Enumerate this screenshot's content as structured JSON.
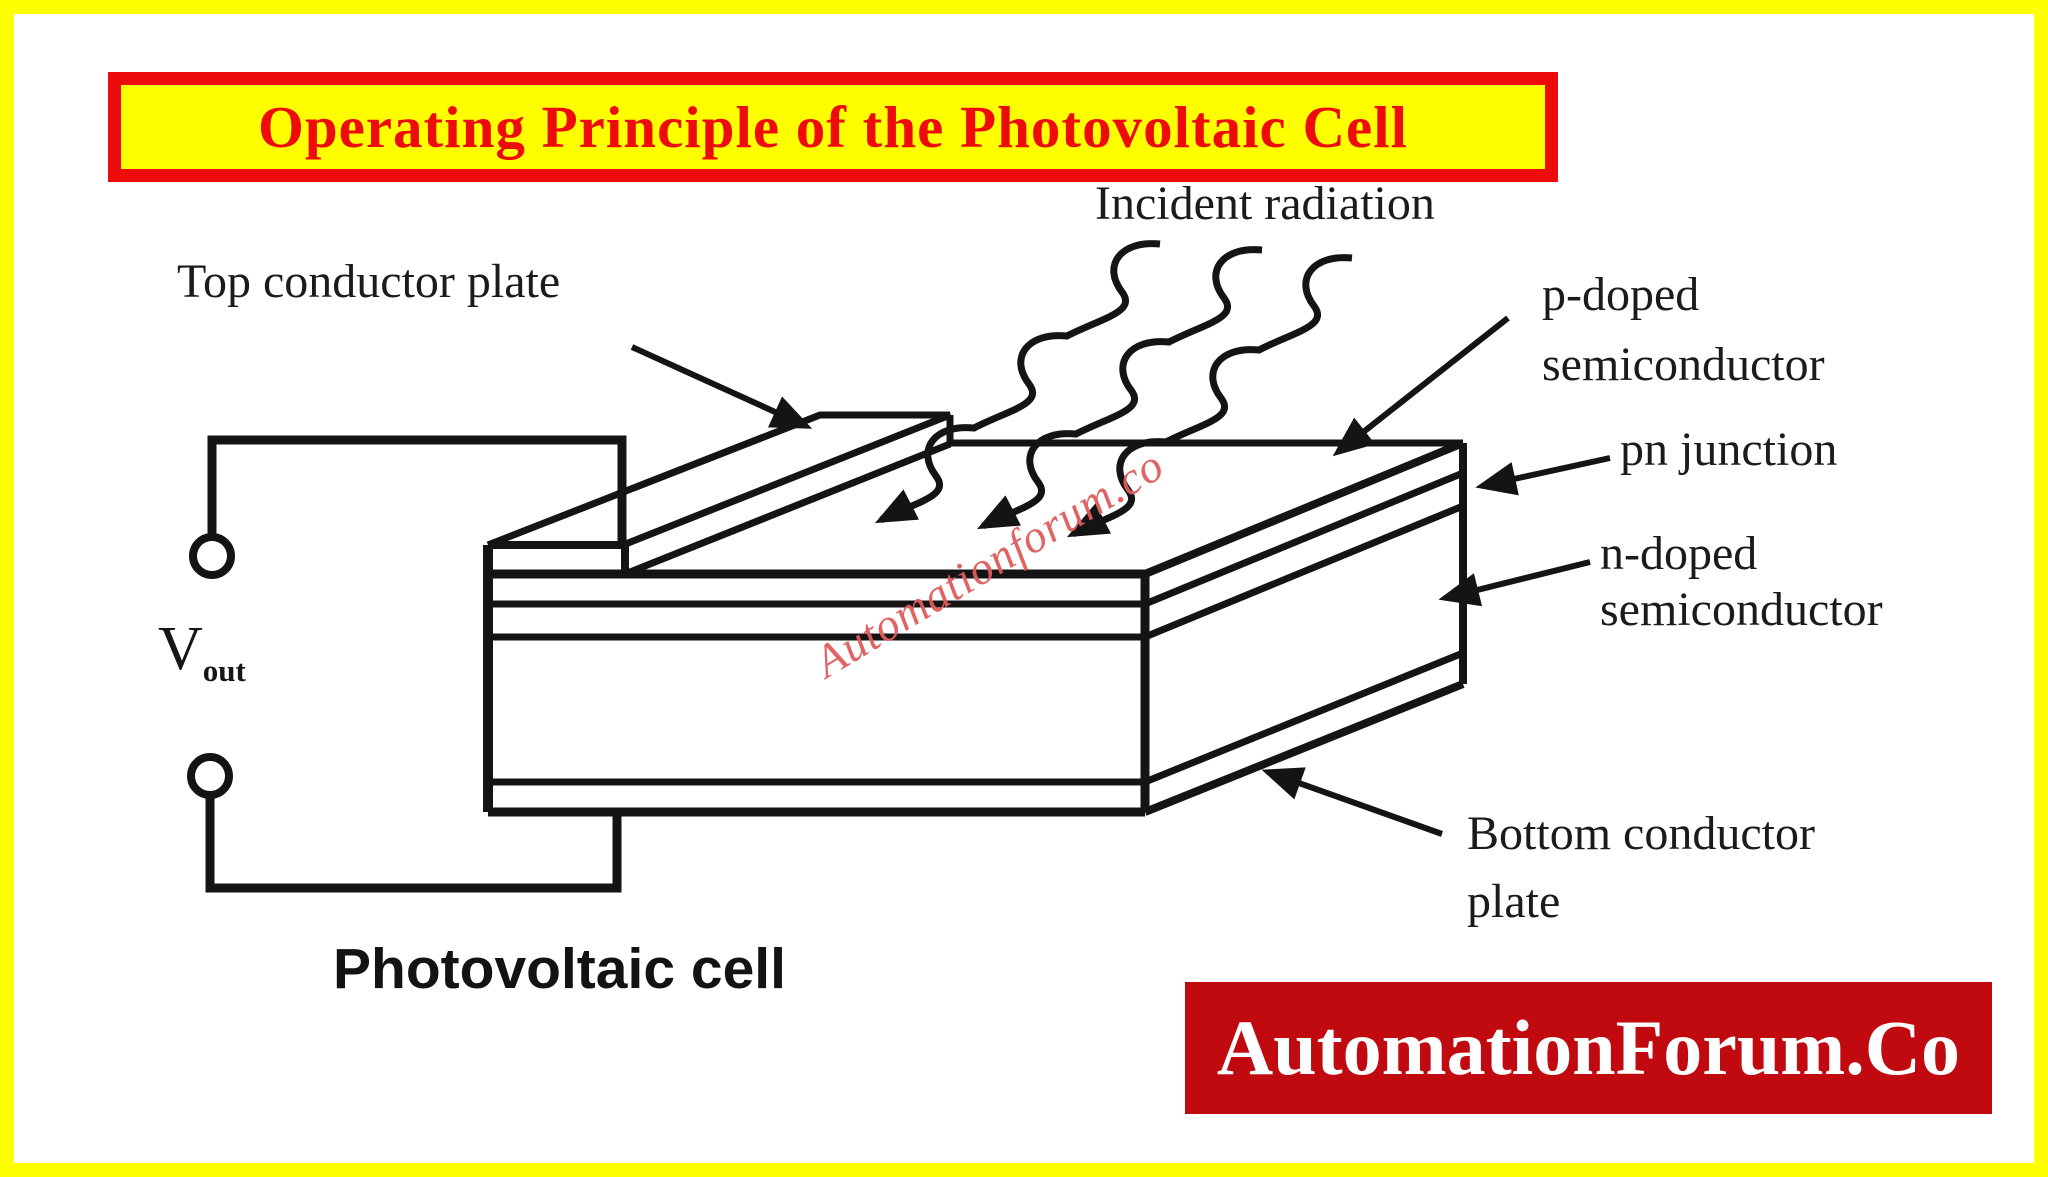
{
  "theme": {
    "frame-yellow": "#ffff00",
    "accent-red": "#ee0b0b",
    "logo-red": "#c00a10",
    "watermark": "#e05c5c",
    "line": "#141414",
    "label": "#1b1b1d"
  },
  "title": {
    "text": "Operating Principle of the Photovoltaic Cell"
  },
  "labels": {
    "incident_radiation": "Incident radiation",
    "top_conductor_plate": "Top conductor plate",
    "p_doped": {
      "line1": "p-doped",
      "line2": "semiconductor"
    },
    "pn_junction": "pn junction",
    "n_doped": {
      "line1": "n-doped",
      "line2": "semiconductor"
    },
    "bottom_conductor": {
      "line1": "Bottom conductor",
      "line2": "plate"
    },
    "photovoltaic_cell": "Photovoltaic cell",
    "vout": {
      "symbol": "V",
      "subscript": "out"
    }
  },
  "watermark": {
    "text": "Automationforum.co"
  },
  "logo": {
    "text": "AutomationForum.Co"
  }
}
